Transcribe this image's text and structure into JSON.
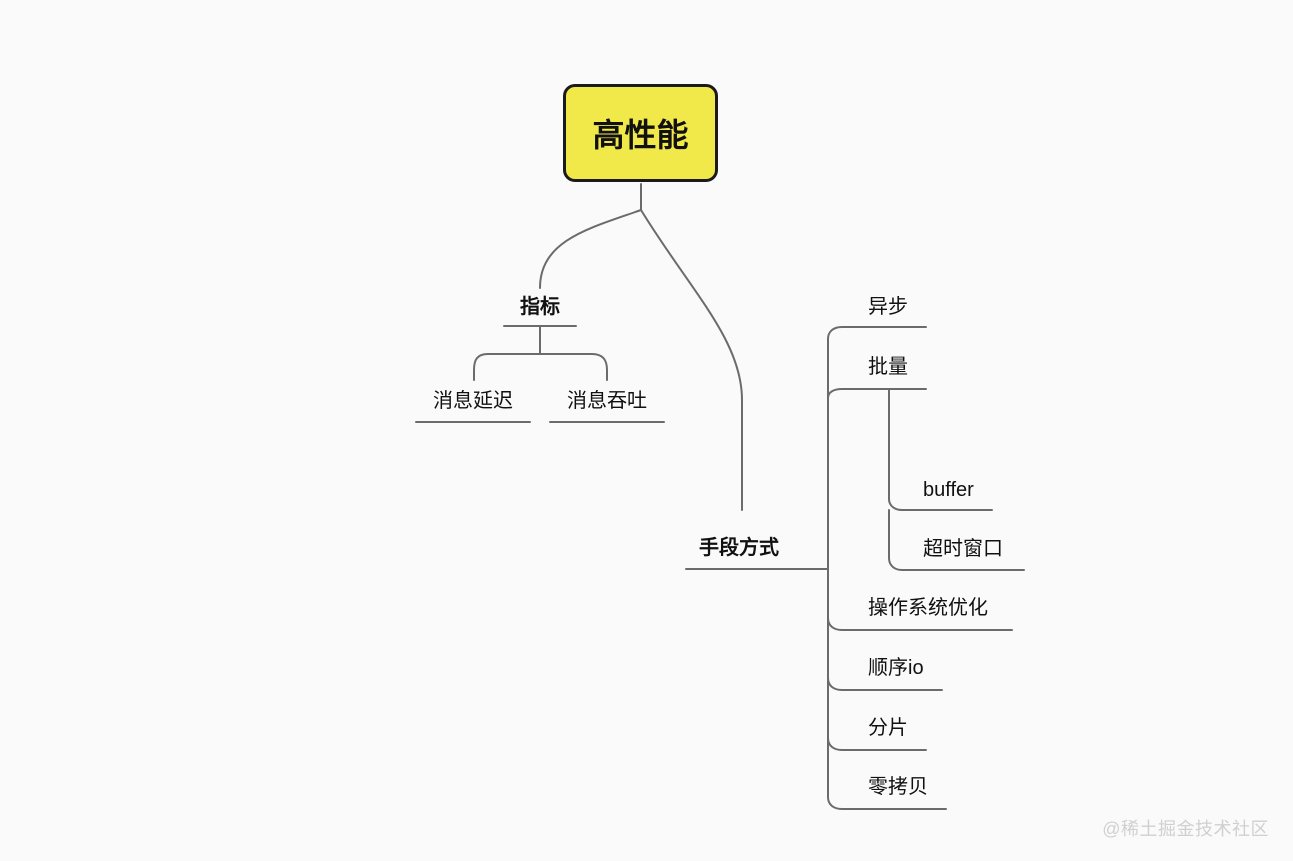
{
  "mindmap": {
    "root": "高性能",
    "metrics": {
      "label": "指标",
      "children": [
        "消息延迟",
        "消息吞吐"
      ]
    },
    "methods": {
      "label": "手段方式",
      "children": {
        "async": "异步",
        "batch": {
          "label": "批量",
          "children": [
            "buffer",
            "超时窗口"
          ]
        },
        "os_optimization": "操作系统优化",
        "sequential_io": "顺序io",
        "sharding": "分片",
        "zero_copy": "零拷贝"
      }
    }
  },
  "watermark": "@稀土掘金技术社区"
}
